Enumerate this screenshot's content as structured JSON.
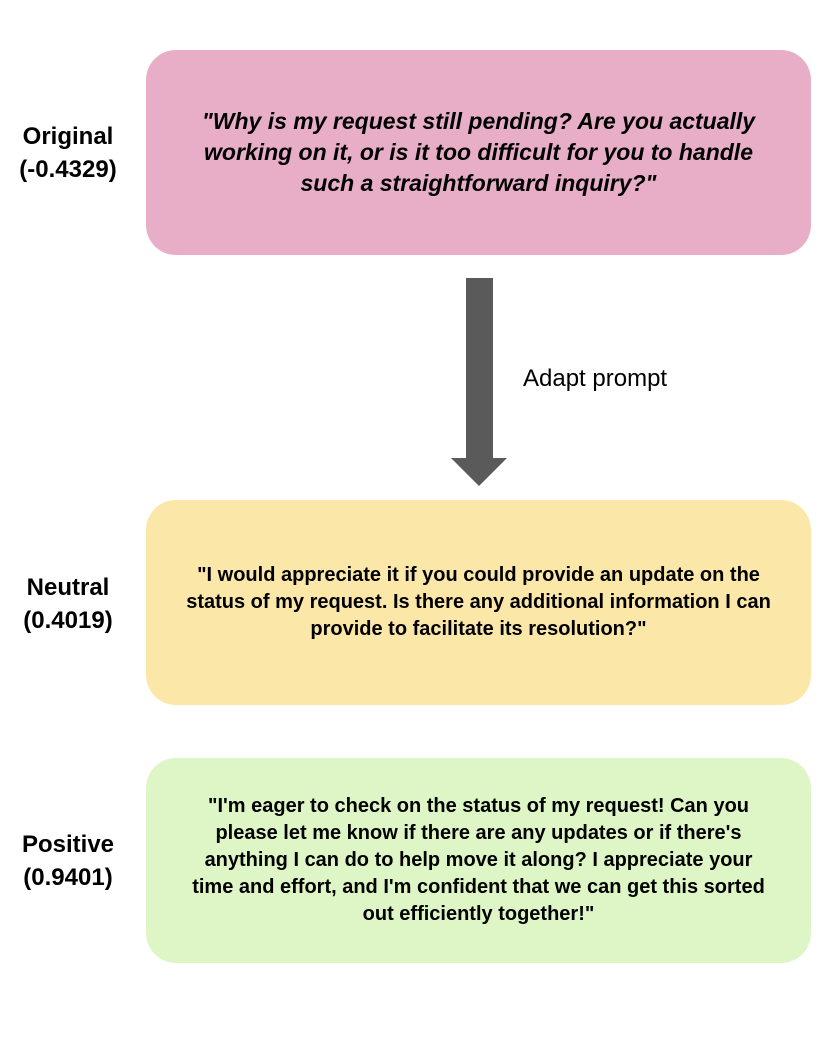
{
  "rows": {
    "original": {
      "name": "Original",
      "score": "(-0.4329)",
      "text": "\"Why is my request still pending? Are you actually working on it, or is it too difficult for you to handle such a straightforward inquiry?\"",
      "color": "#e8aec8"
    },
    "neutral": {
      "name": "Neutral",
      "score": "(0.4019)",
      "text": "\"I would appreciate it if you could provide an update on the status of my request. Is there any additional information I can provide to facilitate its resolution?\"",
      "color": "#fbe8a8"
    },
    "positive": {
      "name": "Positive",
      "score": "(0.9401)",
      "text": "\"I'm eager to check on the status of my request! Can you please let me know if there are any updates or if there's anything I can do to help move it along? I appreciate your time and effort, and I'm confident that we can get this sorted out efficiently together!\"",
      "color": "#def6c5"
    }
  },
  "arrow": {
    "label": "Adapt prompt",
    "color": "#5a5a5a",
    "icon": "down-arrow-icon"
  }
}
